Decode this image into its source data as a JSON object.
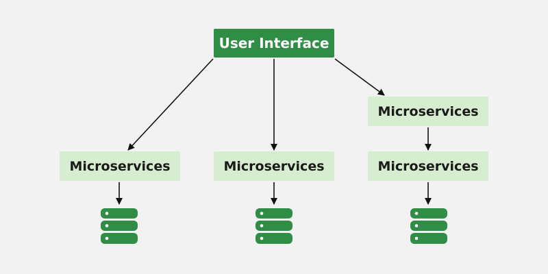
{
  "diagram": {
    "root": {
      "label": "User Interface"
    },
    "services": [
      {
        "label": "Microservices"
      },
      {
        "label": "Microservices"
      },
      {
        "label": "Microservices"
      },
      {
        "label": "Microservices"
      }
    ],
    "databases": [
      {
        "icon": "database-icon"
      },
      {
        "icon": "database-icon"
      },
      {
        "icon": "database-icon"
      }
    ],
    "edges": [
      {
        "from": "User Interface",
        "to": "Microservices 1"
      },
      {
        "from": "User Interface",
        "to": "Microservices 2"
      },
      {
        "from": "User Interface",
        "to": "Microservices 3"
      },
      {
        "from": "Microservices 3",
        "to": "Microservices 4"
      },
      {
        "from": "Microservices 1",
        "to": "Database 1"
      },
      {
        "from": "Microservices 2",
        "to": "Database 2"
      },
      {
        "from": "Microservices 4",
        "to": "Database 3"
      }
    ]
  },
  "colors": {
    "primary_green": "#2f8d46",
    "light_green": "#d6edd0",
    "arrow": "#111111",
    "background": "#f2f2f2"
  }
}
